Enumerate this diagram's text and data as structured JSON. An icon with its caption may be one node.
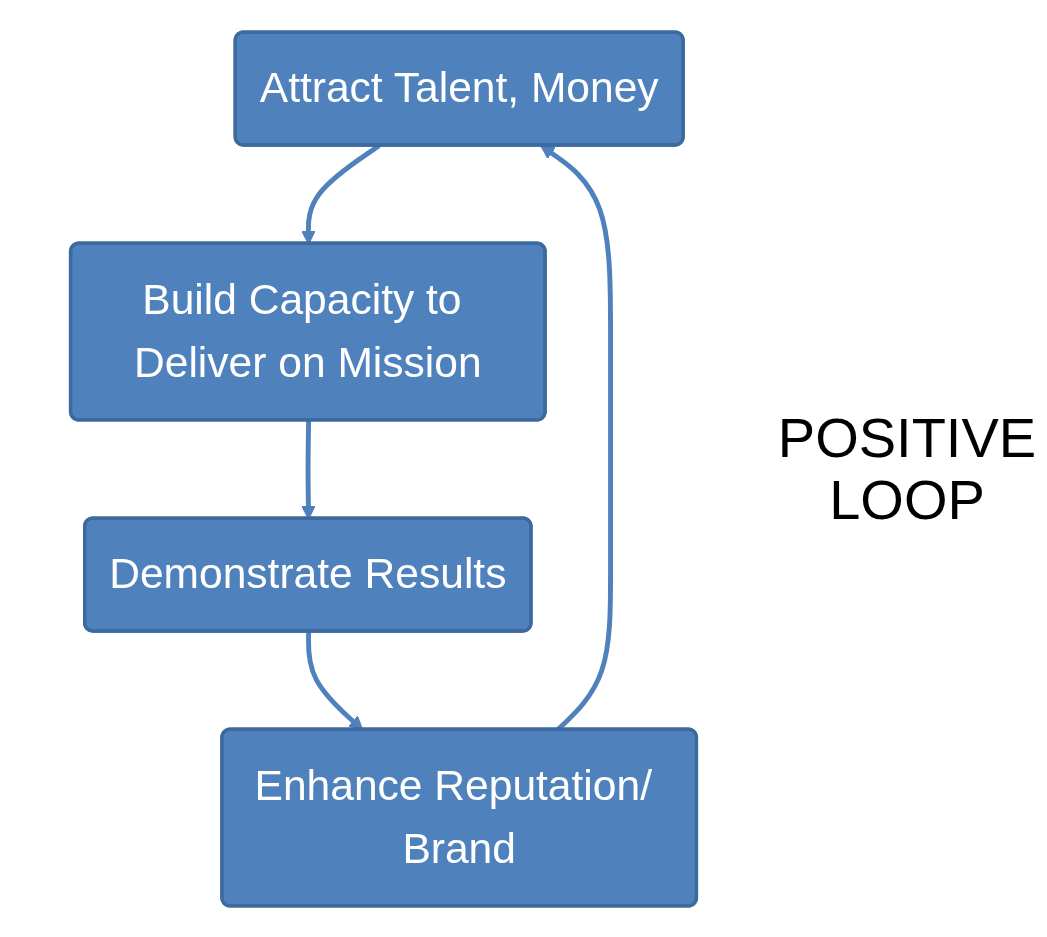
{
  "diagram": {
    "nodes": [
      {
        "text": [
          "Attract Talent, Money"
        ]
      },
      {
        "text": [
          "Build Capacity to Deliver on Mission"
        ]
      },
      {
        "text": [
          "Demonstrate Results"
        ]
      },
      {
        "text": [
          "Enhance Reputation/ Brand"
        ]
      }
    ],
    "edges": [
      {
        "from": 0,
        "to": 1,
        "arrow": "to"
      },
      {
        "from": 1,
        "to": 2,
        "arrow": "to"
      },
      {
        "from": 2,
        "to": 3,
        "arrow": "to"
      },
      {
        "from": 3,
        "to": 0,
        "arrow": "to"
      }
    ],
    "labels": [
      "POSITIVE LOOP"
    ]
  }
}
